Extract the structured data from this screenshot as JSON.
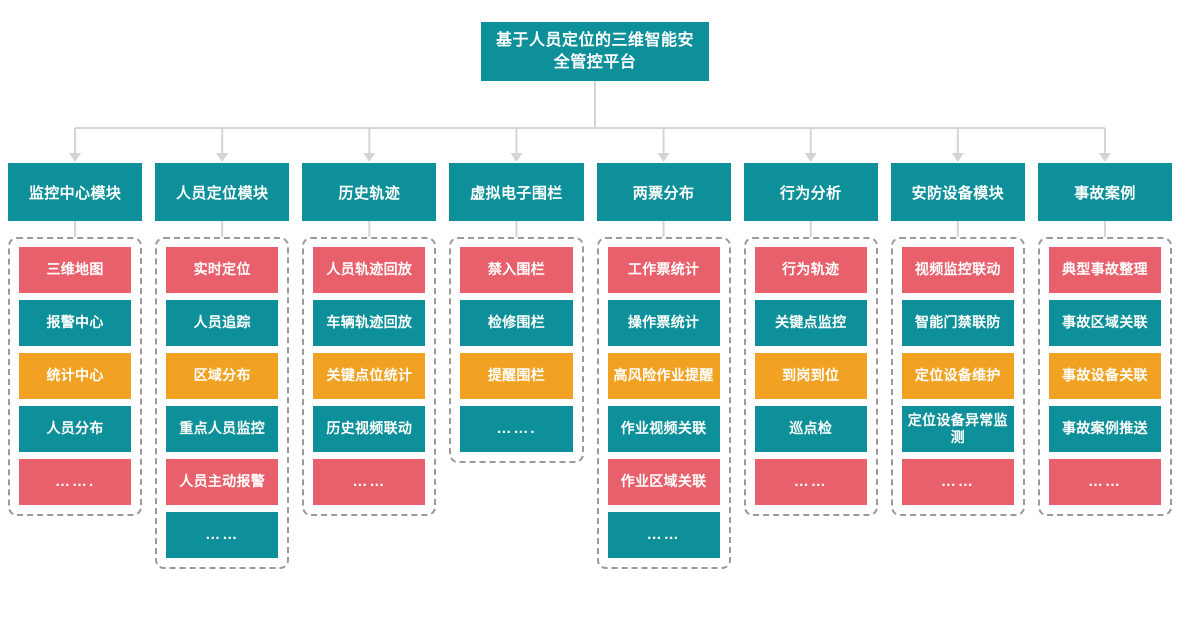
{
  "title": {
    "text": "基于人员定位的三维智能安全管控平台"
  },
  "colors": {
    "teal": "#0D9099",
    "red": "#E8606B",
    "orange": "#F2A222",
    "connector": "#D4D4D4",
    "dashed_border": "#9A9A9A"
  },
  "columns": [
    {
      "header": "监控中心模块",
      "items": [
        {
          "label": "三维地图",
          "color": "red"
        },
        {
          "label": "报警中心",
          "color": "teal"
        },
        {
          "label": "统计中心",
          "color": "orange"
        },
        {
          "label": "人员分布",
          "color": "teal"
        },
        {
          "label": "…….",
          "color": "red"
        }
      ]
    },
    {
      "header": "人员定位模块",
      "items": [
        {
          "label": "实时定位",
          "color": "red"
        },
        {
          "label": "人员追踪",
          "color": "teal"
        },
        {
          "label": "区域分布",
          "color": "orange"
        },
        {
          "label": "重点人员监控",
          "color": "teal"
        },
        {
          "label": "人员主动报警",
          "color": "red"
        },
        {
          "label": "……",
          "color": "teal"
        }
      ]
    },
    {
      "header": "历史轨迹",
      "items": [
        {
          "label": "人员轨迹回放",
          "color": "red"
        },
        {
          "label": "车辆轨迹回放",
          "color": "teal"
        },
        {
          "label": "关键点位统计",
          "color": "orange"
        },
        {
          "label": "历史视频联动",
          "color": "teal"
        },
        {
          "label": "……",
          "color": "red"
        }
      ]
    },
    {
      "header": "虚拟电子围栏",
      "items": [
        {
          "label": "禁入围栏",
          "color": "red"
        },
        {
          "label": "检修围栏",
          "color": "teal"
        },
        {
          "label": "提醒围栏",
          "color": "orange"
        },
        {
          "label": "…….",
          "color": "teal"
        }
      ]
    },
    {
      "header": "两票分布",
      "items": [
        {
          "label": "工作票统计",
          "color": "red"
        },
        {
          "label": "操作票统计",
          "color": "teal"
        },
        {
          "label": "高风险作业提醒",
          "color": "orange"
        },
        {
          "label": "作业视频关联",
          "color": "teal"
        },
        {
          "label": "作业区域关联",
          "color": "red"
        },
        {
          "label": "……",
          "color": "teal"
        }
      ]
    },
    {
      "header": "行为分析",
      "items": [
        {
          "label": "行为轨迹",
          "color": "red"
        },
        {
          "label": "关键点监控",
          "color": "teal"
        },
        {
          "label": "到岗到位",
          "color": "orange"
        },
        {
          "label": "巡点检",
          "color": "teal"
        },
        {
          "label": "……",
          "color": "red"
        }
      ]
    },
    {
      "header": "安防设备模块",
      "items": [
        {
          "label": "视频监控联动",
          "color": "red"
        },
        {
          "label": "智能门禁联防",
          "color": "teal"
        },
        {
          "label": "定位设备维护",
          "color": "orange"
        },
        {
          "label": "定位设备异常监测",
          "color": "teal"
        },
        {
          "label": "……",
          "color": "red"
        }
      ]
    },
    {
      "header": "事故案例",
      "items": [
        {
          "label": "典型事故整理",
          "color": "red"
        },
        {
          "label": "事故区域关联",
          "color": "teal"
        },
        {
          "label": "事故设备关联",
          "color": "orange"
        },
        {
          "label": "事故案例推送",
          "color": "teal"
        },
        {
          "label": "……",
          "color": "red"
        }
      ]
    }
  ]
}
